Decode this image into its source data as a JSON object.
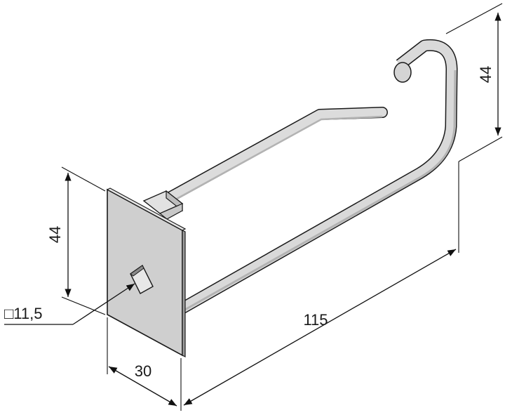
{
  "dimensions": {
    "plate_height": "44",
    "hook_height": "44",
    "plate_width": "30",
    "arm_length": "115",
    "hole_size": "□11,5"
  },
  "colors": {
    "metal": "#d9d9d9",
    "metal_shadow": "#b3b3b3",
    "outline": "#1a1a1a",
    "plate_face": "#cfcfcf",
    "plate_edge": "#9e9e9e"
  }
}
